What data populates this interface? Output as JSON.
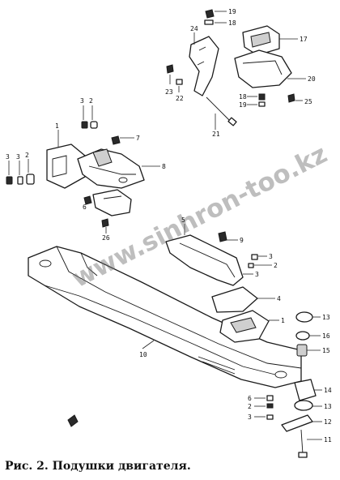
{
  "caption": "Рис. 2. Подушки двигателя.",
  "watermark": "www.sinhron-too.kz",
  "callouts": [
    "19",
    "18",
    "24",
    "17",
    "20",
    "23",
    "22",
    "18",
    "19",
    "25",
    "21",
    "1",
    "7",
    "8",
    "3",
    "2",
    "3",
    "3",
    "2",
    "6",
    "26",
    "5",
    "9",
    "3",
    "2",
    "3",
    "4",
    "1",
    "13",
    "16",
    "15",
    "10",
    "14",
    "6",
    "2",
    "3",
    "13",
    "12",
    "11"
  ]
}
